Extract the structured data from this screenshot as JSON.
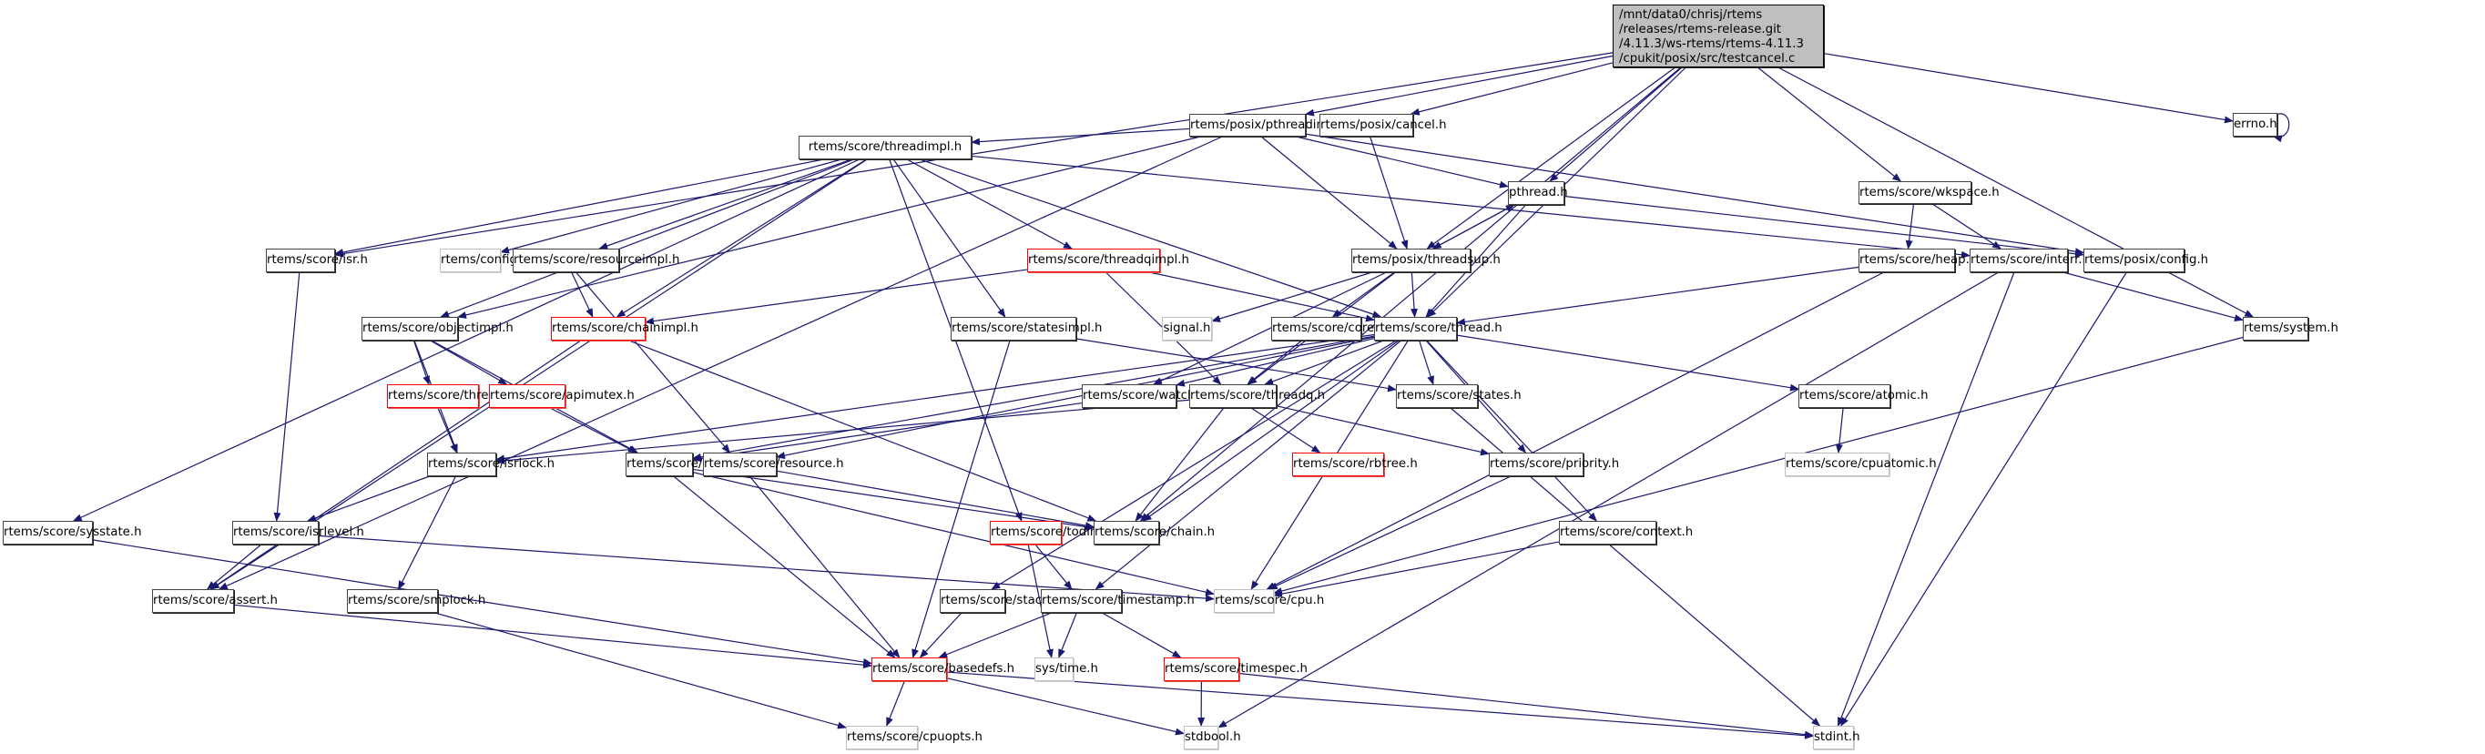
{
  "graph": {
    "title": "Include dependency graph for testcancel.c",
    "root": {
      "id": "root",
      "label": "/mnt/data0/chrisj/rtems\n/releases/rtems-release.git\n/4.11.3/ws-rtems/rtems-4.11.3\n/cpukit/posix/src/testcancel.c"
    },
    "colors": {
      "edge": "#191970",
      "root_fill": "#bfbfbf",
      "truncated_border": "#ff0000",
      "missing_border": "#bfbfbf"
    },
    "nodes": [
      {
        "id": "pthreadimpl",
        "label": "rtems/posix/pthreadimpl.h",
        "kind": "normal"
      },
      {
        "id": "cancel",
        "label": "rtems/posix/cancel.h",
        "kind": "normal"
      },
      {
        "id": "errno",
        "label": "errno.h",
        "kind": "normal"
      },
      {
        "id": "threadimpl",
        "label": "rtems/score/threadimpl.h",
        "kind": "normal"
      },
      {
        "id": "pthread",
        "label": "pthread.h",
        "kind": "normal"
      },
      {
        "id": "wkspace",
        "label": "rtems/score/wkspace.h",
        "kind": "normal"
      },
      {
        "id": "isr",
        "label": "rtems/score/isr.h",
        "kind": "normal"
      },
      {
        "id": "config",
        "label": "rtems/config.h",
        "kind": "missing"
      },
      {
        "id": "resourceimpl",
        "label": "rtems/score/resourceimpl.h",
        "kind": "normal"
      },
      {
        "id": "threadqimpl",
        "label": "rtems/score/threadqimpl.h",
        "kind": "truncated"
      },
      {
        "id": "threadsup",
        "label": "rtems/posix/threadsup.h",
        "kind": "normal"
      },
      {
        "id": "heap",
        "label": "rtems/score/heap.h",
        "kind": "normal"
      },
      {
        "id": "interr",
        "label": "rtems/score/interr.h",
        "kind": "normal"
      },
      {
        "id": "posixconfig",
        "label": "rtems/posix/config.h",
        "kind": "normal"
      },
      {
        "id": "objectimpl",
        "label": "rtems/score/objectimpl.h",
        "kind": "normal"
      },
      {
        "id": "chainimpl",
        "label": "rtems/score/chainimpl.h",
        "kind": "truncated"
      },
      {
        "id": "statesimpl",
        "label": "rtems/score/statesimpl.h",
        "kind": "normal"
      },
      {
        "id": "signal",
        "label": "signal.h",
        "kind": "missing"
      },
      {
        "id": "coresem",
        "label": "rtems/score/coresem.h",
        "kind": "normal"
      },
      {
        "id": "thread",
        "label": "rtems/score/thread.h",
        "kind": "normal"
      },
      {
        "id": "system",
        "label": "rtems/system.h",
        "kind": "normal"
      },
      {
        "id": "threaddispatch",
        "label": "rtems/score/threaddispatch.h",
        "kind": "truncated"
      },
      {
        "id": "apimutex",
        "label": "rtems/score/apimutex.h",
        "kind": "truncated"
      },
      {
        "id": "watchdog",
        "label": "rtems/score/watchdog.h",
        "kind": "normal"
      },
      {
        "id": "threadq",
        "label": "rtems/score/threadq.h",
        "kind": "normal"
      },
      {
        "id": "states",
        "label": "rtems/score/states.h",
        "kind": "normal"
      },
      {
        "id": "atomic",
        "label": "rtems/score/atomic.h",
        "kind": "normal"
      },
      {
        "id": "isrlock",
        "label": "rtems/score/isrlock.h",
        "kind": "normal"
      },
      {
        "id": "object",
        "label": "rtems/score/object.h",
        "kind": "normal"
      },
      {
        "id": "resource",
        "label": "rtems/score/resource.h",
        "kind": "normal"
      },
      {
        "id": "rbtree",
        "label": "rtems/score/rbtree.h",
        "kind": "truncated"
      },
      {
        "id": "priority",
        "label": "rtems/score/priority.h",
        "kind": "normal"
      },
      {
        "id": "cpuatomic",
        "label": "rtems/score/cpuatomic.h",
        "kind": "missing"
      },
      {
        "id": "sysstate",
        "label": "rtems/score/sysstate.h",
        "kind": "normal"
      },
      {
        "id": "isrlevel",
        "label": "rtems/score/isrlevel.h",
        "kind": "normal"
      },
      {
        "id": "todimpl",
        "label": "rtems/score/todimpl.h",
        "kind": "truncated"
      },
      {
        "id": "chain",
        "label": "rtems/score/chain.h",
        "kind": "normal"
      },
      {
        "id": "context",
        "label": "rtems/score/context.h",
        "kind": "normal"
      },
      {
        "id": "assert",
        "label": "rtems/score/assert.h",
        "kind": "normal"
      },
      {
        "id": "smplock",
        "label": "rtems/score/smplock.h",
        "kind": "normal"
      },
      {
        "id": "stack",
        "label": "rtems/score/stack.h",
        "kind": "normal"
      },
      {
        "id": "timestamp",
        "label": "rtems/score/timestamp.h",
        "kind": "normal"
      },
      {
        "id": "cpu",
        "label": "rtems/score/cpu.h",
        "kind": "missing"
      },
      {
        "id": "basedefs",
        "label": "rtems/score/basedefs.h",
        "kind": "truncated"
      },
      {
        "id": "systime",
        "label": "sys/time.h",
        "kind": "missing"
      },
      {
        "id": "timespec",
        "label": "rtems/score/timespec.h",
        "kind": "truncated"
      },
      {
        "id": "cpuopts",
        "label": "rtems/score/cpuopts.h",
        "kind": "missing"
      },
      {
        "id": "stdbool",
        "label": "stdbool.h",
        "kind": "missing"
      },
      {
        "id": "stdint",
        "label": "stdint.h",
        "kind": "missing"
      }
    ],
    "edges": [
      [
        "root",
        "pthreadimpl"
      ],
      [
        "root",
        "cancel"
      ],
      [
        "root",
        "errno"
      ],
      [
        "root",
        "pthread"
      ],
      [
        "root",
        "threadsup"
      ],
      [
        "root",
        "wkspace"
      ],
      [
        "root",
        "thread"
      ],
      [
        "root",
        "isr"
      ],
      [
        "root",
        "system"
      ],
      [
        "root",
        "chain"
      ],
      [
        "errno",
        "errno"
      ],
      [
        "pthreadimpl",
        "threadimpl"
      ],
      [
        "pthreadimpl",
        "pthread"
      ],
      [
        "pthreadimpl",
        "threadsup"
      ],
      [
        "pthreadimpl",
        "posixconfig"
      ],
      [
        "pthreadimpl",
        "assert"
      ],
      [
        "pthreadimpl",
        "objectimpl"
      ],
      [
        "cancel",
        "threadsup"
      ],
      [
        "threadimpl",
        "isr"
      ],
      [
        "threadimpl",
        "config"
      ],
      [
        "threadimpl",
        "resourceimpl"
      ],
      [
        "threadimpl",
        "threadqimpl"
      ],
      [
        "threadimpl",
        "chainimpl"
      ],
      [
        "threadimpl",
        "statesimpl"
      ],
      [
        "threadimpl",
        "thread"
      ],
      [
        "threadimpl",
        "interr"
      ],
      [
        "threadimpl",
        "objectimpl"
      ],
      [
        "threadimpl",
        "sysstate"
      ],
      [
        "threadimpl",
        "assert"
      ],
      [
        "threadimpl",
        "todimpl"
      ],
      [
        "pthread",
        "threadsup"
      ],
      [
        "pthread",
        "thread"
      ],
      [
        "pthread",
        "posixconfig"
      ],
      [
        "threadsup",
        "pthread"
      ],
      [
        "threadsup",
        "signal"
      ],
      [
        "threadsup",
        "coresem"
      ],
      [
        "threadsup",
        "thread"
      ],
      [
        "threadsup",
        "threadq"
      ],
      [
        "threadsup",
        "watchdog"
      ],
      [
        "wkspace",
        "heap"
      ],
      [
        "wkspace",
        "interr"
      ],
      [
        "heap",
        "thread"
      ],
      [
        "heap",
        "cpu"
      ],
      [
        "interr",
        "system"
      ],
      [
        "interr",
        "stdbool"
      ],
      [
        "interr",
        "stdint"
      ],
      [
        "posixconfig",
        "stdint"
      ],
      [
        "system",
        "cpu"
      ],
      [
        "isr",
        "isrlevel"
      ],
      [
        "resourceimpl",
        "chainimpl"
      ],
      [
        "resourceimpl",
        "resource"
      ],
      [
        "threadqimpl",
        "chainimpl"
      ],
      [
        "threadqimpl",
        "threadq"
      ],
      [
        "threadqimpl",
        "thread"
      ],
      [
        "chainimpl",
        "assert"
      ],
      [
        "chainimpl",
        "chain"
      ],
      [
        "objectimpl",
        "threaddispatch"
      ],
      [
        "objectimpl",
        "apimutex"
      ],
      [
        "objectimpl",
        "isrlock"
      ],
      [
        "objectimpl",
        "object"
      ],
      [
        "statesimpl",
        "states"
      ],
      [
        "statesimpl",
        "basedefs"
      ],
      [
        "coresem",
        "threadq"
      ],
      [
        "thread",
        "watchdog"
      ],
      [
        "thread",
        "threadq"
      ],
      [
        "thread",
        "states"
      ],
      [
        "thread",
        "atomic"
      ],
      [
        "thread",
        "isrlock"
      ],
      [
        "thread",
        "object"
      ],
      [
        "thread",
        "resource"
      ],
      [
        "thread",
        "priority"
      ],
      [
        "thread",
        "chain"
      ],
      [
        "thread",
        "context"
      ],
      [
        "thread",
        "timestamp"
      ],
      [
        "thread",
        "stack"
      ],
      [
        "thread",
        "cpu"
      ],
      [
        "threaddispatch",
        "isrlock"
      ],
      [
        "apimutex",
        "object"
      ],
      [
        "watchdog",
        "object"
      ],
      [
        "threadq",
        "rbtree"
      ],
      [
        "threadq",
        "chain"
      ],
      [
        "threadq",
        "priority"
      ],
      [
        "threadq",
        "isrlock"
      ],
      [
        "states",
        "stdint"
      ],
      [
        "atomic",
        "cpuatomic"
      ],
      [
        "isrlock",
        "isrlevel"
      ],
      [
        "isrlock",
        "smplock"
      ],
      [
        "object",
        "basedefs"
      ],
      [
        "object",
        "chain"
      ],
      [
        "object",
        "cpu"
      ],
      [
        "resource",
        "basedefs"
      ],
      [
        "resource",
        "chain"
      ],
      [
        "priority",
        "cpu"
      ],
      [
        "sysstate",
        "basedefs"
      ],
      [
        "isrlevel",
        "assert"
      ],
      [
        "isrlevel",
        "cpu"
      ],
      [
        "todimpl",
        "timestamp"
      ],
      [
        "todimpl",
        "systime"
      ],
      [
        "context",
        "cpu"
      ],
      [
        "assert",
        "basedefs"
      ],
      [
        "smplock",
        "cpuopts"
      ],
      [
        "stack",
        "basedefs"
      ],
      [
        "timestamp",
        "basedefs"
      ],
      [
        "timestamp",
        "systime"
      ],
      [
        "timestamp",
        "timespec"
      ],
      [
        "basedefs",
        "cpuopts"
      ],
      [
        "basedefs",
        "stdbool"
      ],
      [
        "basedefs",
        "stdint"
      ],
      [
        "timespec",
        "stdbool"
      ],
      [
        "timespec",
        "stdint"
      ]
    ]
  }
}
